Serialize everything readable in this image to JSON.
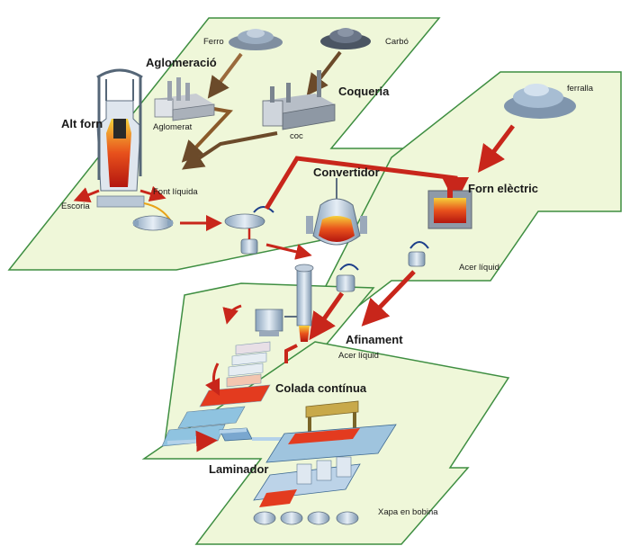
{
  "labels": {
    "ferro": "Ferro",
    "carbo": "Carbó",
    "aglomeracio": "Aglomeració",
    "coqueria": "Coqueria",
    "aglomerat": "Aglomerat",
    "coc": "coc",
    "alt_forn": "Alt forn",
    "escoria": "Escoria",
    "font_liquida": "Font líquida",
    "convertidor": "Convertidor",
    "ferralla": "ferralla",
    "forn_electric": "Forn elèctric",
    "acer_liquid_1": "Acer líquid",
    "afinament": "Afinament",
    "acer_liquid_2": "Acer líquid",
    "colada_continua": "Colada contínua",
    "laminador": "Laminador",
    "xapa_en_bobina": "Xapa en bobina"
  },
  "colors": {
    "panel_fill": "#eff7d9",
    "panel_stroke": "#3e8e41",
    "flow_red": "#c8261b",
    "flow_brown": "#6b4a2a",
    "steel_blue": "#bcd3e8",
    "hot_red": "#e33b1f"
  }
}
